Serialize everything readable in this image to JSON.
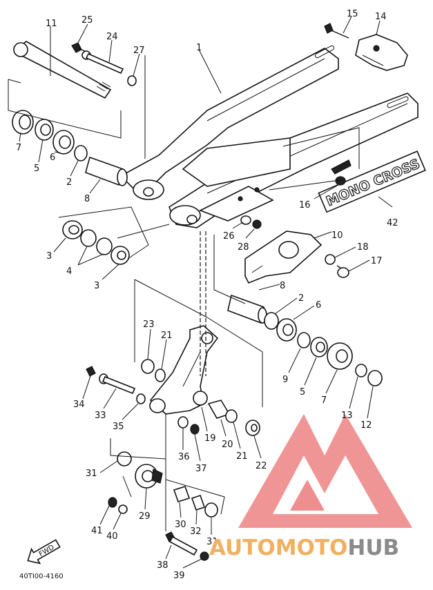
{
  "diagram_code": "40TI00-4160",
  "fwd_label": "FWD",
  "decal_text": "MONO CROSS",
  "watermark": {
    "part1": "AUTOMOTO",
    "part2": "HUB",
    "color1": "#f0b060",
    "color2": "#8a8a8a",
    "logo_color": "#e85a5a"
  },
  "callouts": {
    "c1": "1",
    "c2a": "2",
    "c2b": "2",
    "c3a": "3",
    "c3b": "3",
    "c4": "4",
    "c5a": "5",
    "c5b": "5",
    "c6a": "6",
    "c6b": "6",
    "c7a": "7",
    "c7b": "7",
    "c8a": "8",
    "c8b": "8",
    "c9": "9",
    "c10": "10",
    "c11": "11",
    "c12": "12",
    "c13": "13",
    "c14": "14",
    "c15": "15",
    "c16": "16",
    "c17": "17",
    "c18": "18",
    "c19": "19",
    "c20": "20",
    "c21a": "21",
    "c21b": "21",
    "c22": "22",
    "c23": "23",
    "c24": "24",
    "c25": "25",
    "c26": "26",
    "c27": "27",
    "c28": "28",
    "c29": "29",
    "c30": "30",
    "c31a": "31",
    "c31b": "31",
    "c32": "32",
    "c33": "33",
    "c34": "34",
    "c35": "35",
    "c36": "36",
    "c37": "37",
    "c38": "38",
    "c39": "39",
    "c40": "40",
    "c41": "41",
    "c42": "42"
  }
}
